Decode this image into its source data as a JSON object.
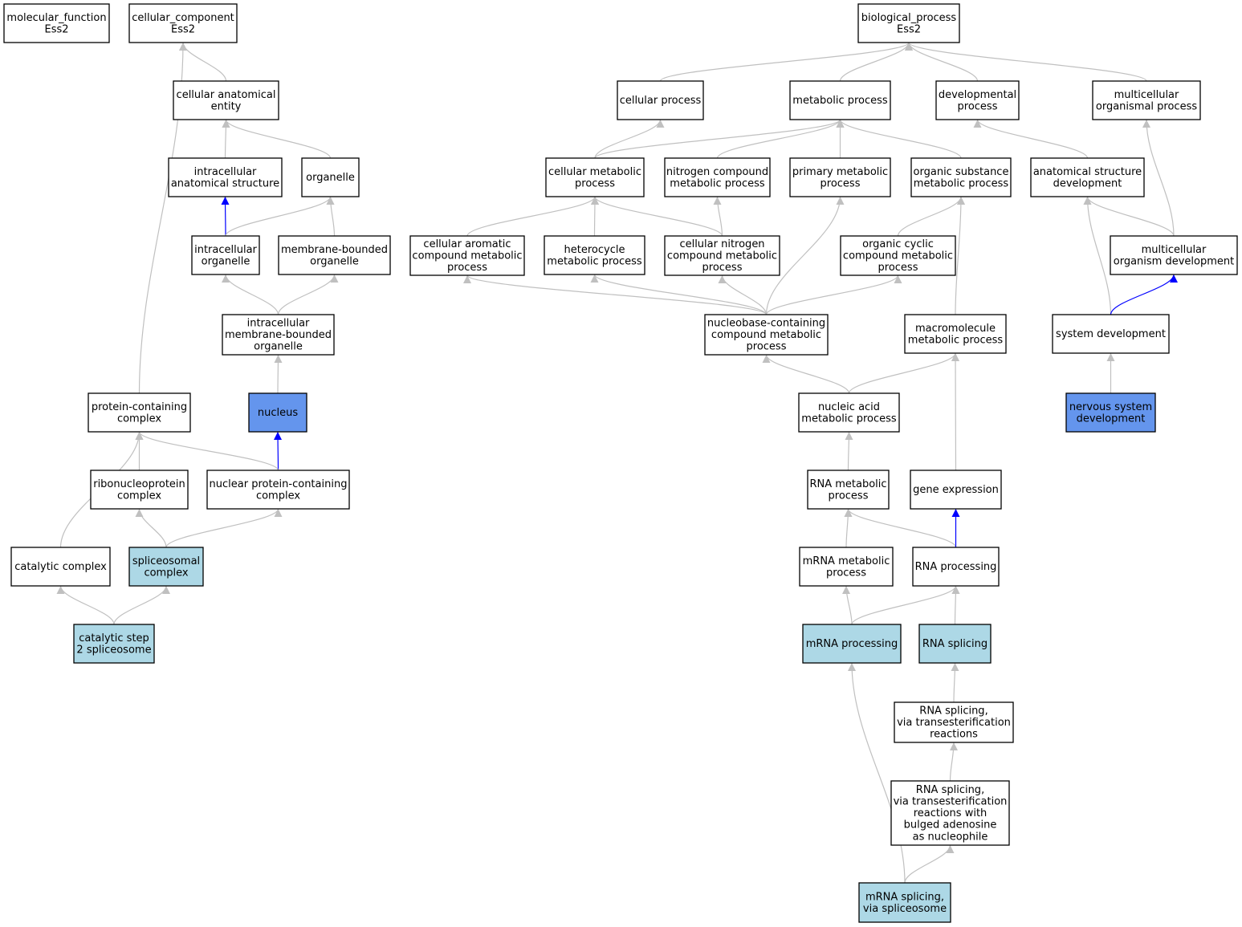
{
  "colors": {
    "edge_default": "#c0c0c0",
    "edge_highlight": "#0000ff",
    "fill_default": "#ffffff",
    "fill_light": "#add8e6",
    "fill_strong": "#6495ed",
    "border": "#000000"
  },
  "nodes": [
    {
      "id": "mf",
      "lines": [
        "molecular_function",
        "Ess2"
      ],
      "fill": "default"
    },
    {
      "id": "cc",
      "lines": [
        "cellular_component",
        "Ess2"
      ],
      "fill": "default"
    },
    {
      "id": "bp",
      "lines": [
        "biological_process",
        "Ess2"
      ],
      "fill": "default"
    },
    {
      "id": "cae",
      "lines": [
        "cellular anatomical",
        "entity"
      ],
      "fill": "default"
    },
    {
      "id": "cp",
      "lines": [
        "cellular process"
      ],
      "fill": "default"
    },
    {
      "id": "mp",
      "lines": [
        "metabolic process"
      ],
      "fill": "default"
    },
    {
      "id": "dp",
      "lines": [
        "developmental",
        "process"
      ],
      "fill": "default"
    },
    {
      "id": "mop",
      "lines": [
        "multicellular",
        "organismal process"
      ],
      "fill": "default"
    },
    {
      "id": "ias",
      "lines": [
        "intracellular",
        "anatomical structure"
      ],
      "fill": "default"
    },
    {
      "id": "org",
      "lines": [
        "organelle"
      ],
      "fill": "default"
    },
    {
      "id": "cmp",
      "lines": [
        "cellular metabolic",
        "process"
      ],
      "fill": "default"
    },
    {
      "id": "ncmp",
      "lines": [
        "nitrogen compound",
        "metabolic process"
      ],
      "fill": "default"
    },
    {
      "id": "pmp",
      "lines": [
        "primary metabolic",
        "process"
      ],
      "fill": "default"
    },
    {
      "id": "osmp",
      "lines": [
        "organic substance",
        "metabolic process"
      ],
      "fill": "default"
    },
    {
      "id": "asd",
      "lines": [
        "anatomical structure",
        "development"
      ],
      "fill": "default"
    },
    {
      "id": "io",
      "lines": [
        "intracellular",
        "organelle"
      ],
      "fill": "default"
    },
    {
      "id": "mbo",
      "lines": [
        "membrane-bounded",
        "organelle"
      ],
      "fill": "default"
    },
    {
      "id": "cacmp",
      "lines": [
        "cellular aromatic",
        "compound metabolic",
        "process"
      ],
      "fill": "default"
    },
    {
      "id": "hmp",
      "lines": [
        "heterocycle",
        "metabolic process"
      ],
      "fill": "default"
    },
    {
      "id": "cncmp",
      "lines": [
        "cellular nitrogen",
        "compound metabolic",
        "process"
      ],
      "fill": "default"
    },
    {
      "id": "occmp",
      "lines": [
        "organic cyclic",
        "compound metabolic",
        "process"
      ],
      "fill": "default"
    },
    {
      "id": "mod",
      "lines": [
        "multicellular",
        "organism development"
      ],
      "fill": "default"
    },
    {
      "id": "imbo",
      "lines": [
        "intracellular",
        "membrane-bounded",
        "organelle"
      ],
      "fill": "default"
    },
    {
      "id": "nbcmp",
      "lines": [
        "nucleobase-containing",
        "compound metabolic",
        "process"
      ],
      "fill": "default"
    },
    {
      "id": "mmp",
      "lines": [
        "macromolecule",
        "metabolic process"
      ],
      "fill": "default"
    },
    {
      "id": "sd",
      "lines": [
        "system development"
      ],
      "fill": "default"
    },
    {
      "id": "pcc",
      "lines": [
        "protein-containing",
        "complex"
      ],
      "fill": "default"
    },
    {
      "id": "nuc",
      "lines": [
        "nucleus"
      ],
      "fill": "strong"
    },
    {
      "id": "namp",
      "lines": [
        "nucleic acid",
        "metabolic process"
      ],
      "fill": "default"
    },
    {
      "id": "nsd",
      "lines": [
        "nervous system",
        "development"
      ],
      "fill": "strong"
    },
    {
      "id": "rnp",
      "lines": [
        "ribonucleoprotein",
        "complex"
      ],
      "fill": "default"
    },
    {
      "id": "npcc",
      "lines": [
        "nuclear protein-containing",
        "complex"
      ],
      "fill": "default"
    },
    {
      "id": "rmp",
      "lines": [
        "RNA metabolic",
        "process"
      ],
      "fill": "default"
    },
    {
      "id": "ge",
      "lines": [
        "gene expression"
      ],
      "fill": "default"
    },
    {
      "id": "cat",
      "lines": [
        "catalytic complex"
      ],
      "fill": "default"
    },
    {
      "id": "spl",
      "lines": [
        "spliceosomal",
        "complex"
      ],
      "fill": "light"
    },
    {
      "id": "mrmp",
      "lines": [
        "mRNA metabolic",
        "process"
      ],
      "fill": "default"
    },
    {
      "id": "rp",
      "lines": [
        "RNA processing"
      ],
      "fill": "default"
    },
    {
      "id": "cs2",
      "lines": [
        "catalytic step",
        "2 spliceosome"
      ],
      "fill": "light"
    },
    {
      "id": "mrp",
      "lines": [
        "mRNA processing"
      ],
      "fill": "light"
    },
    {
      "id": "rs",
      "lines": [
        "RNA splicing"
      ],
      "fill": "light"
    },
    {
      "id": "rst",
      "lines": [
        "RNA splicing,",
        "via transesterification",
        "reactions"
      ],
      "fill": "default"
    },
    {
      "id": "rstb",
      "lines": [
        "RNA splicing,",
        "via transesterification",
        "reactions with",
        "bulged adenosine",
        "as nucleophile"
      ],
      "fill": "default"
    },
    {
      "id": "msvs",
      "lines": [
        "mRNA splicing,",
        "via spliceosome"
      ],
      "fill": "light"
    }
  ],
  "edges": [
    {
      "from": "cae",
      "to": "cc",
      "color": "default"
    },
    {
      "from": "pcc",
      "to": "cc",
      "color": "default"
    },
    {
      "from": "ias",
      "to": "cae",
      "color": "default"
    },
    {
      "from": "org",
      "to": "cae",
      "color": "default"
    },
    {
      "from": "io",
      "to": "ias",
      "color": "highlight"
    },
    {
      "from": "io",
      "to": "org",
      "color": "default"
    },
    {
      "from": "mbo",
      "to": "org",
      "color": "default"
    },
    {
      "from": "imbo",
      "to": "io",
      "color": "default"
    },
    {
      "from": "imbo",
      "to": "mbo",
      "color": "default"
    },
    {
      "from": "nuc",
      "to": "imbo",
      "color": "default"
    },
    {
      "from": "npcc",
      "to": "nuc",
      "color": "highlight"
    },
    {
      "from": "rnp",
      "to": "pcc",
      "color": "default"
    },
    {
      "from": "npcc",
      "to": "pcc",
      "color": "default"
    },
    {
      "from": "cat",
      "to": "pcc",
      "color": "default"
    },
    {
      "from": "spl",
      "to": "rnp",
      "color": "default"
    },
    {
      "from": "spl",
      "to": "npcc",
      "color": "default"
    },
    {
      "from": "cs2",
      "to": "cat",
      "color": "default"
    },
    {
      "from": "cs2",
      "to": "spl",
      "color": "default"
    },
    {
      "from": "cp",
      "to": "bp",
      "color": "default"
    },
    {
      "from": "mp",
      "to": "bp",
      "color": "default"
    },
    {
      "from": "dp",
      "to": "bp",
      "color": "default"
    },
    {
      "from": "mop",
      "to": "bp",
      "color": "default"
    },
    {
      "from": "cmp",
      "to": "cp",
      "color": "default"
    },
    {
      "from": "cmp",
      "to": "mp",
      "color": "default"
    },
    {
      "from": "ncmp",
      "to": "mp",
      "color": "default"
    },
    {
      "from": "pmp",
      "to": "mp",
      "color": "default"
    },
    {
      "from": "osmp",
      "to": "mp",
      "color": "default"
    },
    {
      "from": "asd",
      "to": "dp",
      "color": "default"
    },
    {
      "from": "mod",
      "to": "mop",
      "color": "default"
    },
    {
      "from": "mod",
      "to": "asd",
      "color": "default"
    },
    {
      "from": "sd",
      "to": "asd",
      "color": "default"
    },
    {
      "from": "cacmp",
      "to": "cmp",
      "color": "default"
    },
    {
      "from": "hmp",
      "to": "cmp",
      "color": "default"
    },
    {
      "from": "cncmp",
      "to": "cmp",
      "color": "default"
    },
    {
      "from": "cncmp",
      "to": "ncmp",
      "color": "default"
    },
    {
      "from": "occmp",
      "to": "osmp",
      "color": "default"
    },
    {
      "from": "nbcmp",
      "to": "cacmp",
      "color": "default"
    },
    {
      "from": "nbcmp",
      "to": "hmp",
      "color": "default"
    },
    {
      "from": "nbcmp",
      "to": "cncmp",
      "color": "default"
    },
    {
      "from": "nbcmp",
      "to": "occmp",
      "color": "default"
    },
    {
      "from": "nbcmp",
      "to": "pmp",
      "color": "default"
    },
    {
      "from": "mmp",
      "to": "osmp",
      "color": "default"
    },
    {
      "from": "sd",
      "to": "mod",
      "color": "highlight"
    },
    {
      "from": "nsd",
      "to": "sd",
      "color": "default"
    },
    {
      "from": "namp",
      "to": "nbcmp",
      "color": "default"
    },
    {
      "from": "namp",
      "to": "mmp",
      "color": "default"
    },
    {
      "from": "rmp",
      "to": "namp",
      "color": "default"
    },
    {
      "from": "ge",
      "to": "mmp",
      "color": "default"
    },
    {
      "from": "mrmp",
      "to": "rmp",
      "color": "default"
    },
    {
      "from": "rp",
      "to": "rmp",
      "color": "default"
    },
    {
      "from": "rp",
      "to": "ge",
      "color": "highlight"
    },
    {
      "from": "mrp",
      "to": "mrmp",
      "color": "default"
    },
    {
      "from": "mrp",
      "to": "rp",
      "color": "default"
    },
    {
      "from": "rs",
      "to": "rp",
      "color": "default"
    },
    {
      "from": "rst",
      "to": "rs",
      "color": "default"
    },
    {
      "from": "rstb",
      "to": "rst",
      "color": "default"
    },
    {
      "from": "msvs",
      "to": "rstb",
      "color": "default"
    },
    {
      "from": "msvs",
      "to": "mrp",
      "color": "default"
    }
  ]
}
